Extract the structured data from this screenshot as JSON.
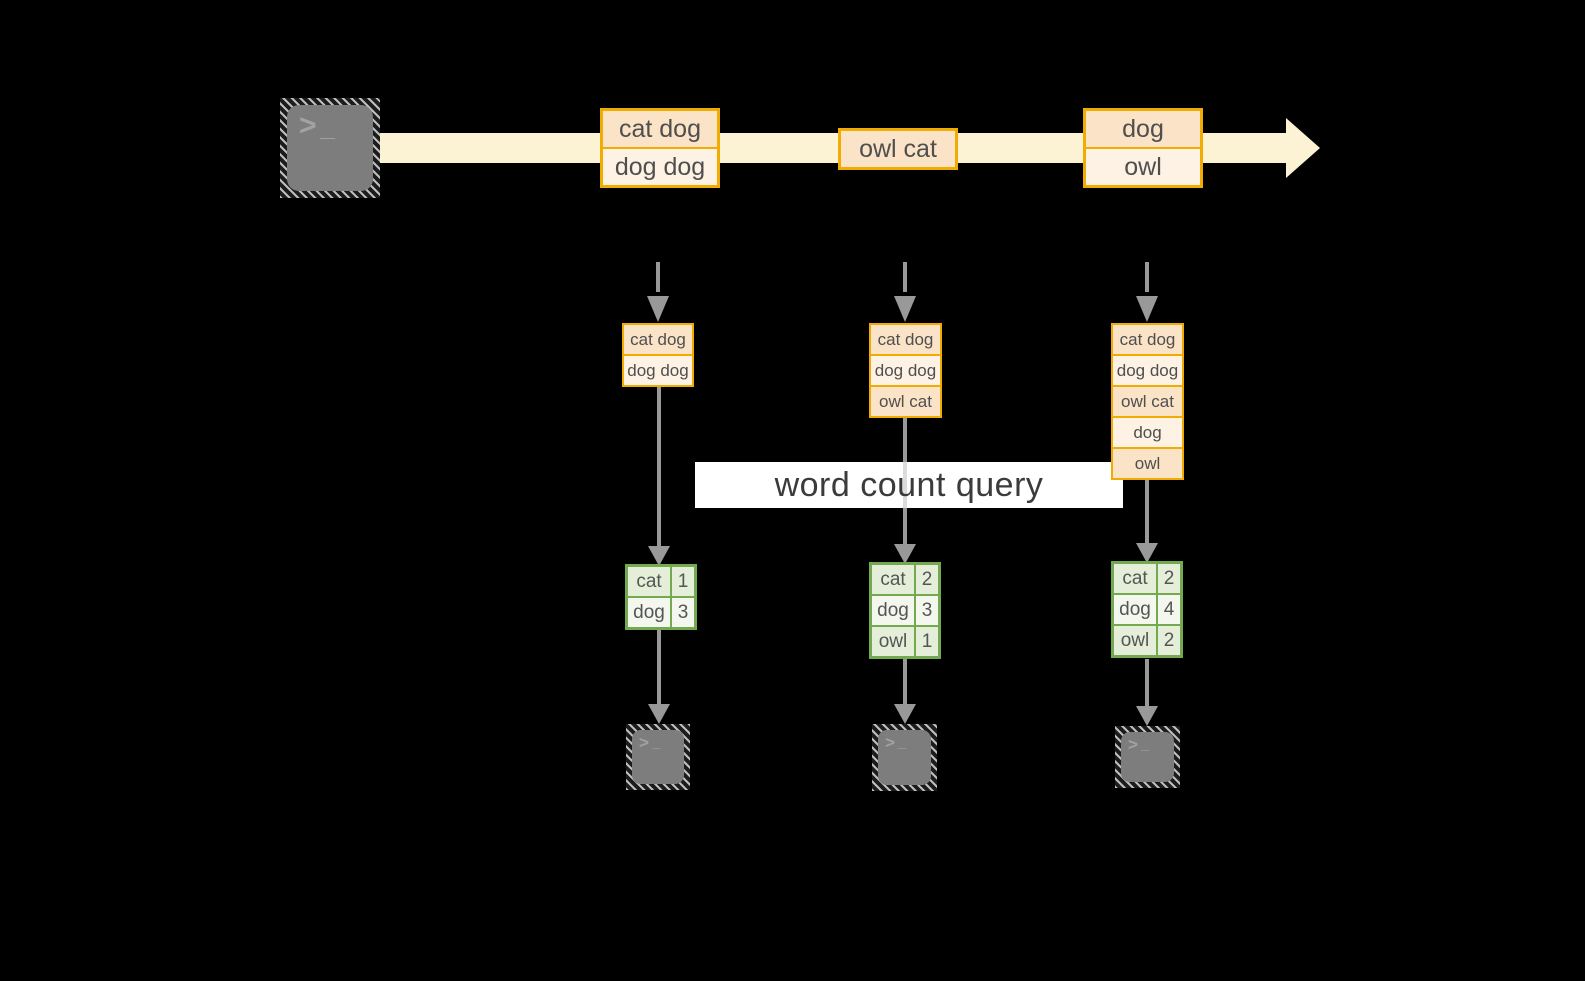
{
  "canvas": {
    "background": "#000000"
  },
  "source_terminal": {
    "icon": "terminal-icon",
    "prompt_glyph": ">",
    "cursor_glyph": "_"
  },
  "stream": {
    "band_color": "#fbf3d4",
    "messages": [
      {
        "lines": [
          "cat dog",
          "dog dog"
        ]
      },
      {
        "lines": [
          "owl cat"
        ]
      },
      {
        "lines": [
          "dog",
          "owl"
        ]
      }
    ]
  },
  "query_banner": {
    "label": "word count query"
  },
  "columns": [
    {
      "buffer_cells": [
        "cat dog",
        "dog dog"
      ],
      "count_rows": [
        {
          "word": "cat",
          "count": "1"
        },
        {
          "word": "dog",
          "count": "3"
        }
      ]
    },
    {
      "buffer_cells": [
        "cat dog",
        "dog dog",
        "owl cat"
      ],
      "count_rows": [
        {
          "word": "cat",
          "count": "2"
        },
        {
          "word": "dog",
          "count": "3"
        },
        {
          "word": "owl",
          "count": "1"
        }
      ]
    },
    {
      "buffer_cells": [
        "cat dog",
        "dog dog",
        "owl cat",
        "dog",
        "owl"
      ],
      "count_rows": [
        {
          "word": "cat",
          "count": "2"
        },
        {
          "word": "dog",
          "count": "4"
        },
        {
          "word": "owl",
          "count": "2"
        }
      ]
    }
  ],
  "output_terminals": [
    {
      "icon": "terminal-icon"
    },
    {
      "icon": "terminal-icon"
    },
    {
      "icon": "terminal-icon"
    }
  ],
  "colors": {
    "accent_orange": "#f0ac00",
    "cell_dark": "#fae3c6",
    "cell_light": "#fdf2e4",
    "green_border": "#73aa50",
    "green_cell": "#e4eed8",
    "white_cell": "#f3f7ee",
    "arrow_gray": "#999999",
    "band_cream": "#fbf3d4",
    "banner_bg": "#ffffff"
  }
}
